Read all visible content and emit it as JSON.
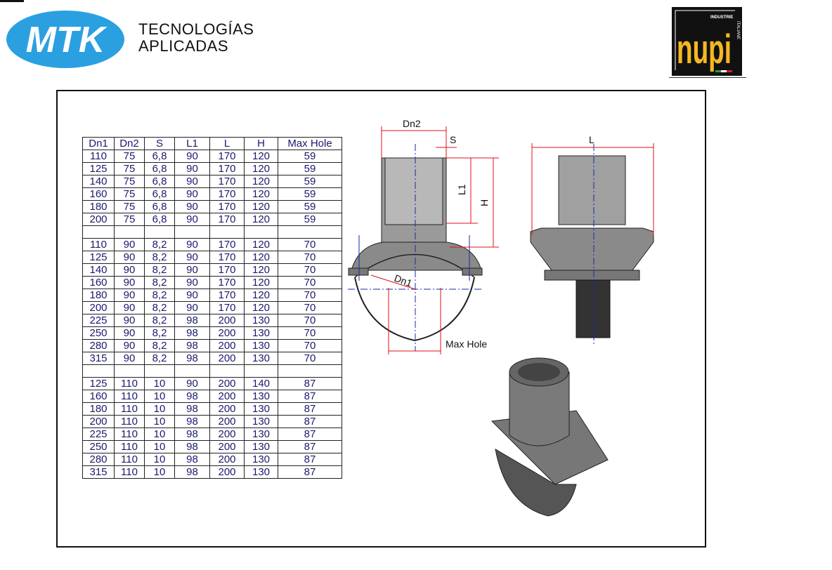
{
  "header": {
    "mtk_logo": "MTK",
    "mtk_line1": "TECNOLOGÍAS",
    "mtk_line2": "APLICADAS",
    "nupi_logo": "nupi",
    "nupi_sub1": "INDUSTRIE",
    "nupi_sub2": "ITALIANE"
  },
  "table": {
    "headers": [
      "Dn1",
      "Dn2",
      "S",
      "L1",
      "L",
      "H",
      "Max Hole"
    ],
    "rows": [
      [
        "110",
        "75",
        "6,8",
        "90",
        "170",
        "120",
        "59"
      ],
      [
        "125",
        "75",
        "6,8",
        "90",
        "170",
        "120",
        "59"
      ],
      [
        "140",
        "75",
        "6,8",
        "90",
        "170",
        "120",
        "59"
      ],
      [
        "160",
        "75",
        "6,8",
        "90",
        "170",
        "120",
        "59"
      ],
      [
        "180",
        "75",
        "6,8",
        "90",
        "170",
        "120",
        "59"
      ],
      [
        "200",
        "75",
        "6,8",
        "90",
        "170",
        "120",
        "59"
      ],
      [
        "",
        "",
        "",
        "",
        "",
        "",
        ""
      ],
      [
        "110",
        "90",
        "8,2",
        "90",
        "170",
        "120",
        "70"
      ],
      [
        "125",
        "90",
        "8,2",
        "90",
        "170",
        "120",
        "70"
      ],
      [
        "140",
        "90",
        "8,2",
        "90",
        "170",
        "120",
        "70"
      ],
      [
        "160",
        "90",
        "8,2",
        "90",
        "170",
        "120",
        "70"
      ],
      [
        "180",
        "90",
        "8,2",
        "90",
        "170",
        "120",
        "70"
      ],
      [
        "200",
        "90",
        "8,2",
        "90",
        "170",
        "120",
        "70"
      ],
      [
        "225",
        "90",
        "8,2",
        "98",
        "200",
        "130",
        "70"
      ],
      [
        "250",
        "90",
        "8,2",
        "98",
        "200",
        "130",
        "70"
      ],
      [
        "280",
        "90",
        "8,2",
        "98",
        "200",
        "130",
        "70"
      ],
      [
        "315",
        "90",
        "8,2",
        "98",
        "200",
        "130",
        "70"
      ],
      [
        "",
        "",
        "",
        "",
        "",
        "",
        ""
      ],
      [
        "125",
        "110",
        "10",
        "90",
        "200",
        "140",
        "87"
      ],
      [
        "160",
        "110",
        "10",
        "98",
        "200",
        "130",
        "87"
      ],
      [
        "180",
        "110",
        "10",
        "98",
        "200",
        "130",
        "87"
      ],
      [
        "200",
        "110",
        "10",
        "98",
        "200",
        "130",
        "87"
      ],
      [
        "225",
        "110",
        "10",
        "98",
        "200",
        "130",
        "87"
      ],
      [
        "250",
        "110",
        "10",
        "98",
        "200",
        "130",
        "87"
      ],
      [
        "280",
        "110",
        "10",
        "98",
        "200",
        "130",
        "87"
      ],
      [
        "315",
        "110",
        "10",
        "98",
        "200",
        "130",
        "87"
      ]
    ]
  },
  "drawing": {
    "dn2": "Dn2",
    "s": "S",
    "l1": "L1",
    "h": "H",
    "dn1": "Dn1",
    "max_hole": "Max Hole",
    "l": "L"
  },
  "colors": {
    "mtk_blue": "#2aa0e0",
    "nupi_yellow": "#f5b820",
    "dim_red": "#e0101a",
    "axis_blue": "#1a2aa0"
  }
}
